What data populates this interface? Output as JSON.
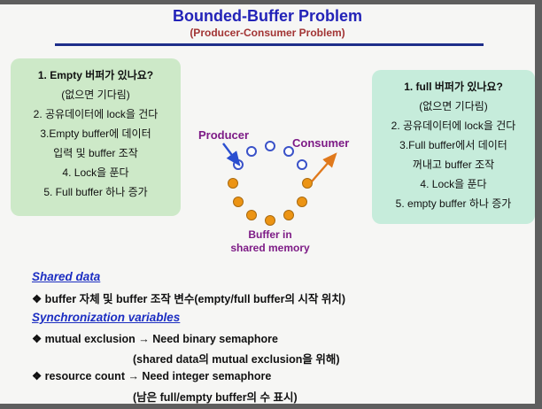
{
  "title": "Bounded-Buffer Problem",
  "subtitle": "(Producer-Consumer Problem)",
  "producer_box": {
    "lines": [
      "1. Empty 버퍼가 있나요?",
      "(없으면 기다림)",
      "2. 공유데이터에 lock을 건다",
      "3.Empty buffer에 데이터",
      "입력 및 buffer 조작",
      "4. Lock을 푼다",
      "5. Full buffer 하나 증가"
    ]
  },
  "consumer_box": {
    "lines": [
      "1. full 버퍼가 있나요?",
      "(없으면 기다림)",
      "2. 공유데이터에 lock을 건다",
      "3.Full buffer에서 데이터",
      "꺼내고 buffer 조작",
      "4. Lock을 푼다",
      "5. empty buffer 하나 증가"
    ]
  },
  "diagram": {
    "producer_label": "Producer",
    "consumer_label": "Consumer",
    "caption_line1": "Buffer in",
    "caption_line2": "shared memory",
    "colors": {
      "empty_slot_border": "#3a52c8",
      "filled_slot": "#ec9414",
      "producer_arrow": "#2b4fd0",
      "consumer_arrow": "#e0791c",
      "label_purple": "#7d1b86"
    },
    "slots": [
      {
        "state": "empty"
      },
      {
        "state": "empty"
      },
      {
        "state": "empty"
      },
      {
        "state": "empty"
      },
      {
        "state": "empty"
      },
      {
        "state": "filled"
      },
      {
        "state": "filled"
      },
      {
        "state": "filled"
      },
      {
        "state": "filled"
      },
      {
        "state": "filled"
      },
      {
        "state": "filled"
      },
      {
        "state": "filled"
      }
    ]
  },
  "sections": {
    "shared_data": {
      "heading": "Shared data",
      "item1": "❖ buffer 자체 및 buffer 조작 변수(empty/full buffer의 시작 위치)"
    },
    "sync_vars": {
      "heading": "Synchronization variables",
      "item1": "❖ mutual exclusion →  Need binary semaphore",
      "item1_sub": "(shared data의 mutual exclusion을 위해)",
      "item2": "❖ resource count   →  Need integer semaphore",
      "item2_sub": "(남은 full/empty buffer의 수 표시)"
    }
  },
  "colors": {
    "title_blue": "#2323b8",
    "subtitle_maroon": "#a23434",
    "heading_blue": "#1c2ec2",
    "producer_box_bg": "#cde9c8",
    "consumer_box_bg": "#c6ecdb"
  }
}
